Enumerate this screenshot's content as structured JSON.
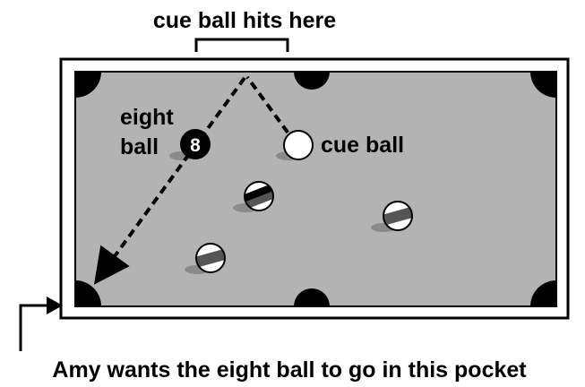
{
  "labels": {
    "top": "cue ball hits here",
    "eight_ball_line1": "eight",
    "eight_ball_line2": "ball",
    "eight_ball_number": "8",
    "cue_ball": "cue ball",
    "bottom": "Amy wants the eight ball to go in this pocket"
  },
  "colors": {
    "felt": "#b3b3b3",
    "rail": "#ffffff",
    "outline": "#000000",
    "pocket": "#000000",
    "shadow": "#8a8a8a",
    "stripe": "#555555"
  }
}
